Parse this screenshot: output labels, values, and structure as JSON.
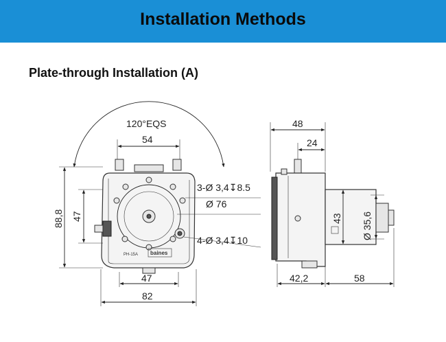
{
  "header": {
    "title": "Installation Methods"
  },
  "section": {
    "title": "Plate-through Installation (A)"
  },
  "front_view": {
    "angle_label": "120°EQS",
    "dim_top": "54",
    "dim_height_outer": "88,8",
    "dim_height_inner": "47",
    "dim_width_inner": "47",
    "dim_width_outer": "82",
    "hole_a_prefix": "3-",
    "hole_a_spec": "3,4",
    "hole_a_depth": "8.5",
    "bore_spec": "76",
    "hole_b_prefix": "4-",
    "hole_b_spec": "3,4",
    "hole_b_depth": "10",
    "logo_text": "baines",
    "nameplate_text": "PH-15A"
  },
  "side_view": {
    "dim_48": "48",
    "dim_24": "24",
    "dim_square": "43",
    "dim_diameter": "35,6",
    "dim_42_2": "42,2",
    "dim_58": "58"
  }
}
